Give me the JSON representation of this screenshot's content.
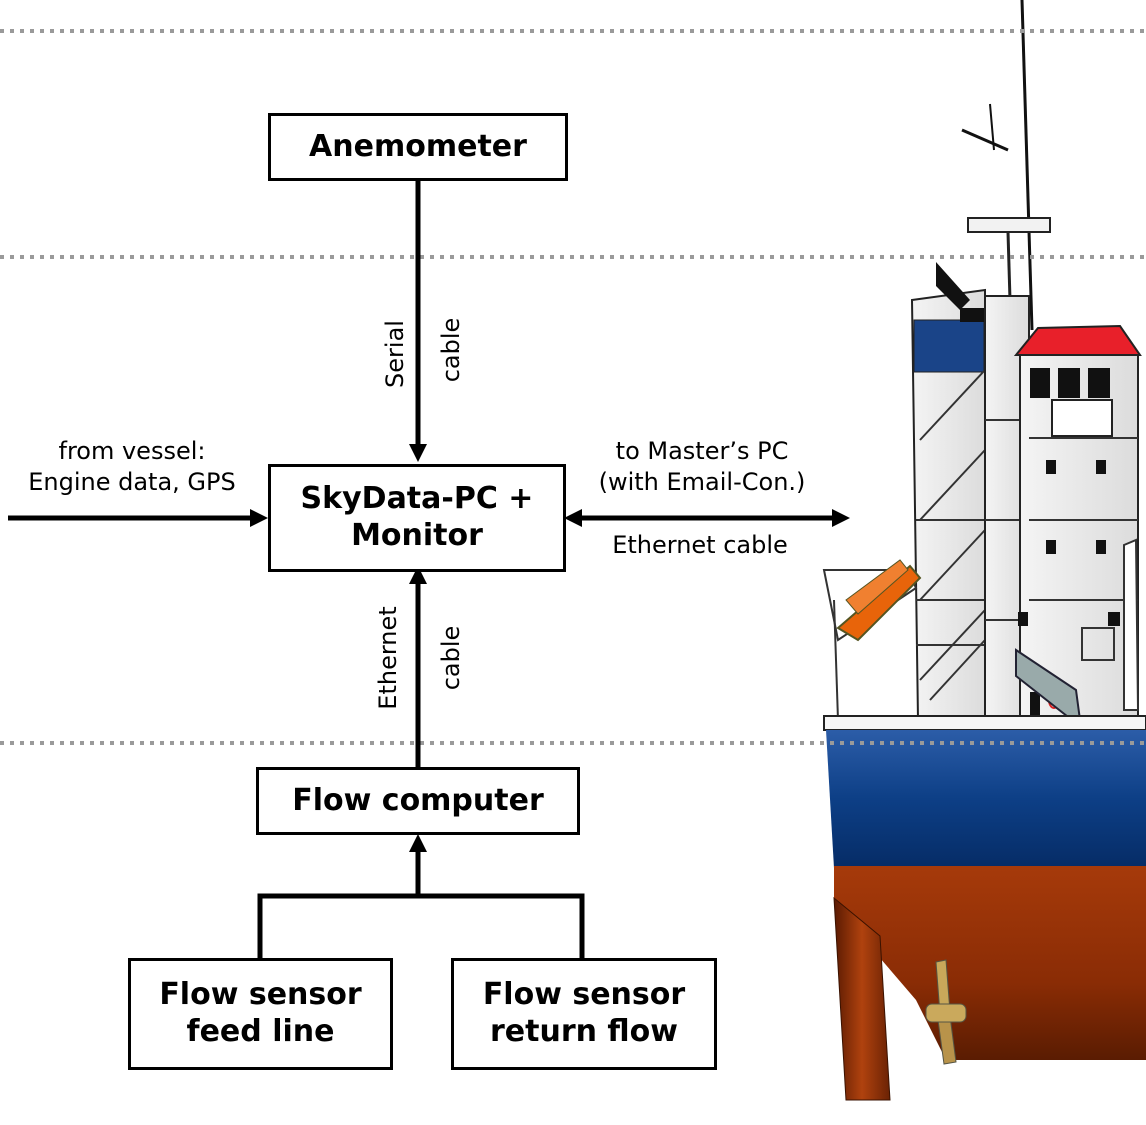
{
  "nodes": {
    "anemometer": "Anemometer",
    "skydata_line1": "SkyData-PC +",
    "skydata_line2": "Monitor",
    "flow_computer": "Flow computer",
    "feed_line1": "Flow sensor",
    "feed_line2": "feed line",
    "return_line1": "Flow sensor",
    "return_line2": "return flow"
  },
  "edges": {
    "anemometer_skydata": {
      "label_left": "Serial",
      "label_right": "cable"
    },
    "flow_skydata": {
      "label_left": "Ethernet",
      "label_right": "cable"
    },
    "vessel_in": {
      "line1": "from vessel:",
      "line2": "Engine data, GPS"
    },
    "master_out": {
      "line1": "to Master’s PC",
      "line2": "(with Email-Con.)",
      "below": "Ethernet cable"
    }
  },
  "ship": {
    "hull_upper_color": "#0d3f86",
    "hull_lower_color": "#8a2c05",
    "roof_color": "#e8202a",
    "davit_color": "#e8640a"
  }
}
